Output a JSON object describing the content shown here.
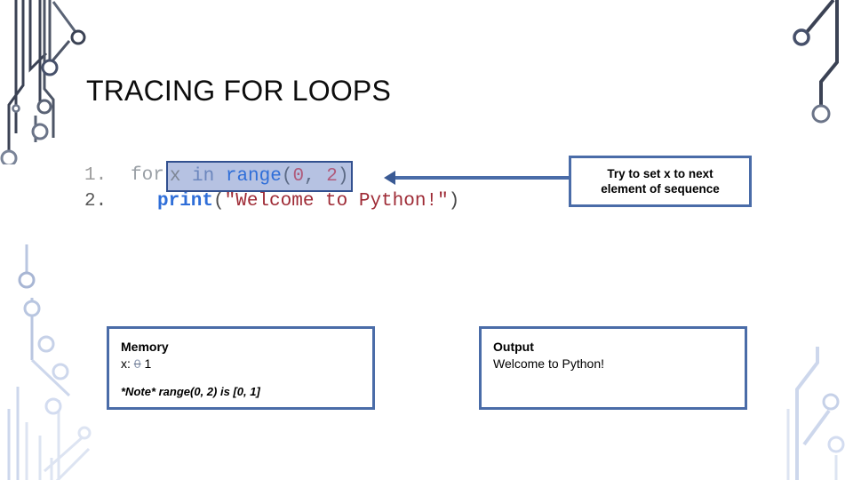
{
  "slide": {
    "title": "TRACING FOR LOOPS"
  },
  "code": {
    "lines": [
      {
        "number": "1.",
        "keyword": "for",
        "highlighted": true,
        "tokens": {
          "var": "x",
          "in": " in ",
          "fn": "range",
          "open": "(",
          "arg1": "0",
          "comma": ", ",
          "arg2": "2",
          "close": ")"
        }
      },
      {
        "number": "2.",
        "tokens": {
          "fn": "print",
          "open": "(",
          "string": "\"Welcome to Python!\"",
          "close": ")"
        }
      }
    ]
  },
  "callout": {
    "line1": "Try to set x to next",
    "line2": "element of sequence"
  },
  "memory": {
    "title": "Memory",
    "variable_label": "x:",
    "old_value": "0",
    "new_value": "1",
    "note": "*Note* range(0, 2) is [0, 1]"
  },
  "output": {
    "title": "Output",
    "text": "Welcome to Python!"
  },
  "colors": {
    "accent_blue": "#4a6ca8",
    "highlight_fill": "#b6c2e2",
    "highlight_border": "#32508f",
    "code_keyword": "#2f6ed8",
    "code_string": "#9e2a35",
    "code_number": "#b05a7a",
    "circuit_dark": "#3b4254",
    "circuit_light": "#dde4f2"
  }
}
